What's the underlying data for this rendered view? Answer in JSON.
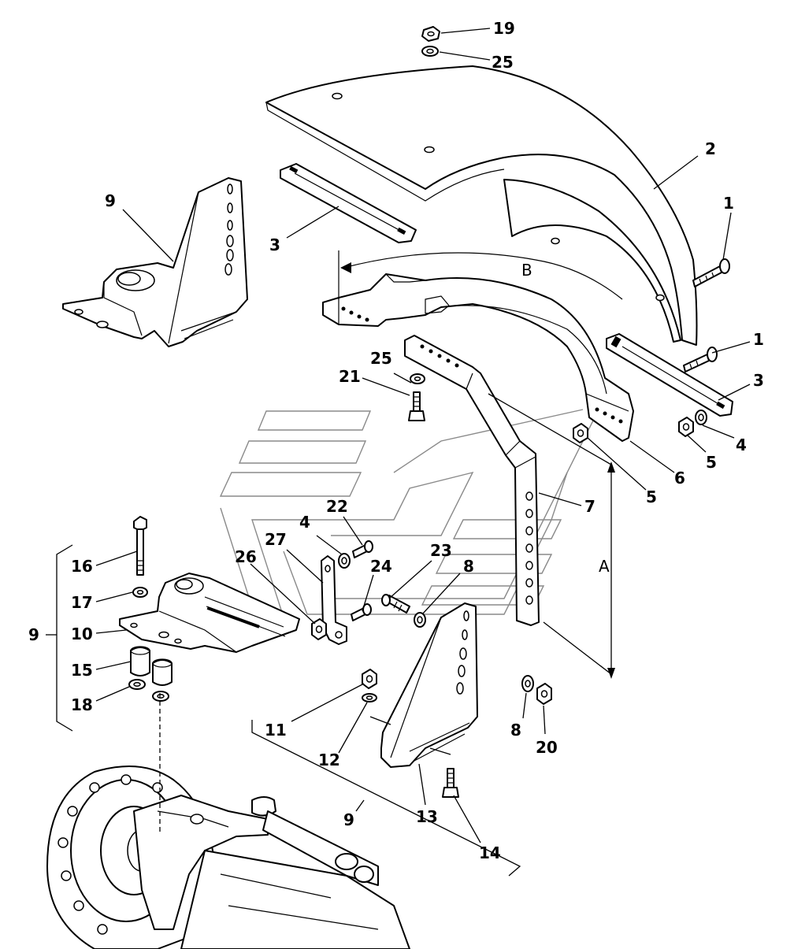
{
  "callouts": [
    {
      "id": "c19",
      "text": "19"
    },
    {
      "id": "c25a",
      "text": "25"
    },
    {
      "id": "c2",
      "text": "2"
    },
    {
      "id": "c9a",
      "text": "9"
    },
    {
      "id": "c1a",
      "text": "1"
    },
    {
      "id": "c3a",
      "text": "3"
    },
    {
      "id": "cB",
      "text": "B"
    },
    {
      "id": "c1b",
      "text": "1"
    },
    {
      "id": "c25b",
      "text": "25"
    },
    {
      "id": "c21",
      "text": "21"
    },
    {
      "id": "c3b",
      "text": "3"
    },
    {
      "id": "c4a",
      "text": "4"
    },
    {
      "id": "c5a",
      "text": "5"
    },
    {
      "id": "c6",
      "text": "6"
    },
    {
      "id": "c5b",
      "text": "5"
    },
    {
      "id": "c7",
      "text": "7"
    },
    {
      "id": "c22",
      "text": "22"
    },
    {
      "id": "c4b",
      "text": "4"
    },
    {
      "id": "c27",
      "text": "27"
    },
    {
      "id": "c26",
      "text": "26"
    },
    {
      "id": "c16",
      "text": "16"
    },
    {
      "id": "c23",
      "text": "23"
    },
    {
      "id": "c24",
      "text": "24"
    },
    {
      "id": "c8a",
      "text": "8"
    },
    {
      "id": "cA",
      "text": "A"
    },
    {
      "id": "c17",
      "text": "17"
    },
    {
      "id": "c9b",
      "text": "9"
    },
    {
      "id": "c10",
      "text": "10"
    },
    {
      "id": "c15",
      "text": "15"
    },
    {
      "id": "c18",
      "text": "18"
    },
    {
      "id": "c11",
      "text": "11"
    },
    {
      "id": "c12",
      "text": "12"
    },
    {
      "id": "c8b",
      "text": "8"
    },
    {
      "id": "c20",
      "text": "20"
    },
    {
      "id": "c13",
      "text": "13"
    },
    {
      "id": "c9c",
      "text": "9"
    },
    {
      "id": "c14",
      "text": "14"
    }
  ]
}
